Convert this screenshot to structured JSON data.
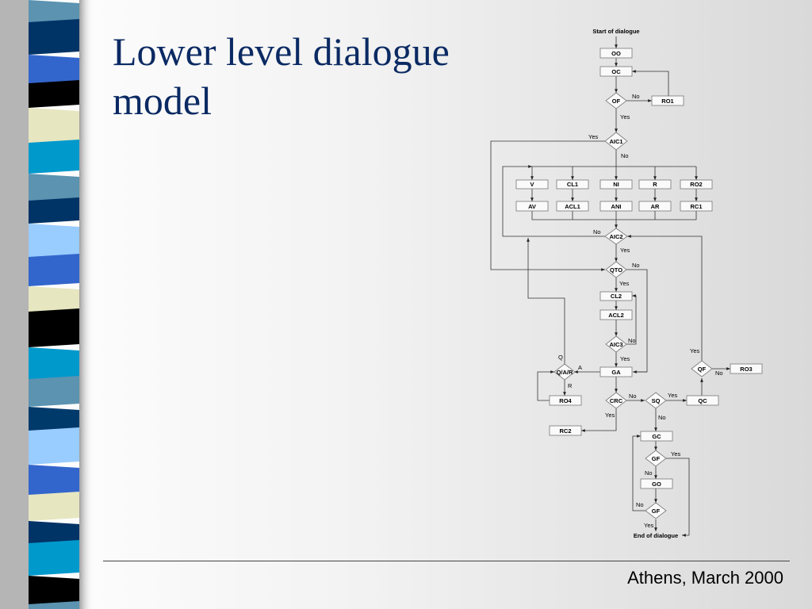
{
  "slide": {
    "title": "Lower level dialogue model",
    "footer": "Athens, March 2000"
  },
  "colors": {
    "title": "#0b2a63",
    "stripes": [
      "#5b93b0",
      "#003366",
      "#3366cc",
      "#000000",
      "#e6e6c0",
      "#0099cc",
      "#99ccff",
      "#003a6b"
    ]
  },
  "flowchart": {
    "terminals": {
      "start": "Start of dialogue",
      "end": "End of dialogue"
    },
    "boxes": {
      "oo": "OO",
      "oc": "OC",
      "ro1": "RO1",
      "v": "V",
      "cl1": "CL1",
      "ni": "NI",
      "r": "R",
      "ro2": "RO2",
      "av": "AV",
      "acl1": "ACL1",
      "ani": "ANI",
      "ar": "AR",
      "rc1": "RC1",
      "cl2": "CL2",
      "acl2": "ACL2",
      "ga": "GA",
      "ro3": "RO3",
      "ro4": "RO4",
      "qc": "QC",
      "rc2": "RC2",
      "gc": "GC",
      "go": "GO"
    },
    "decisions": {
      "of": "OF",
      "aic1": "AIC1",
      "aic2": "AIC2",
      "qto": "QTO",
      "aic3": "AIC3",
      "qar": "Q/A/R",
      "crc": "CRC",
      "sq": "SQ",
      "qf": "QF",
      "gf1": "GF",
      "gf2": "GF"
    },
    "edge_labels": {
      "of_no": "No",
      "of_yes": "Yes",
      "aic1_yes": "Yes",
      "aic1_no": "No",
      "aic2_no": "No",
      "aic2_yes": "Yes",
      "qto_no": "No",
      "qto_yes": "Yes",
      "aic3_no": "No",
      "aic3_yes": "Yes",
      "qar_q": "Q",
      "qar_a": "A",
      "qar_r": "R",
      "crc_no": "No",
      "crc_yes": "Yes",
      "sq_yes": "Yes",
      "sq_no": "No",
      "qf_yes": "Yes",
      "qf_no": "No",
      "gf1_yes": "Yes",
      "gf1_no": "No",
      "gf2_no": "No",
      "gf2_yes": "Yes"
    }
  }
}
